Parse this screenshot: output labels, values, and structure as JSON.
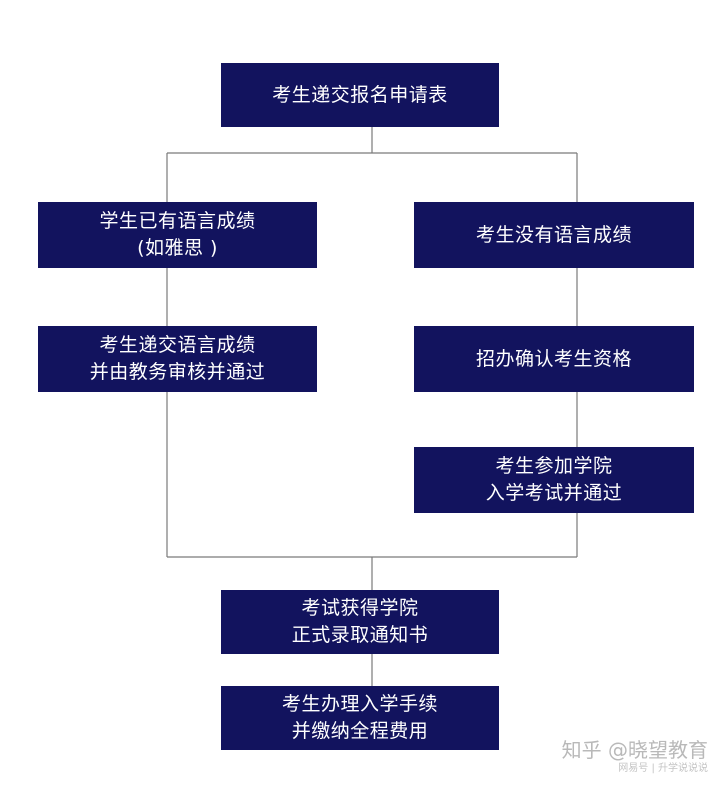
{
  "nodes": {
    "submit_application": [
      "考生递交报名申请表"
    ],
    "has_language_score": [
      "学生已有语言成绩",
      "(如雅思 )"
    ],
    "no_language_score": [
      "考生没有语言成绩"
    ],
    "submit_score": [
      "考生递交语言成绩",
      "并由教务审核并通过"
    ],
    "confirm_qualification": [
      "招办确认考生资格"
    ],
    "take_exam": [
      "考生参加学院",
      "入学考试并通过"
    ],
    "admission_notice": [
      "考试获得学院",
      "正式录取通知书"
    ],
    "enrollment": [
      "考生办理入学手续",
      "并缴纳全程费用"
    ]
  },
  "watermark": {
    "main": "知乎 @晓望教育",
    "sub": "网易号 | 升学说说说"
  },
  "colors": {
    "box": "#12135e",
    "line": "#7a7a7a",
    "text": "#ffffff"
  }
}
